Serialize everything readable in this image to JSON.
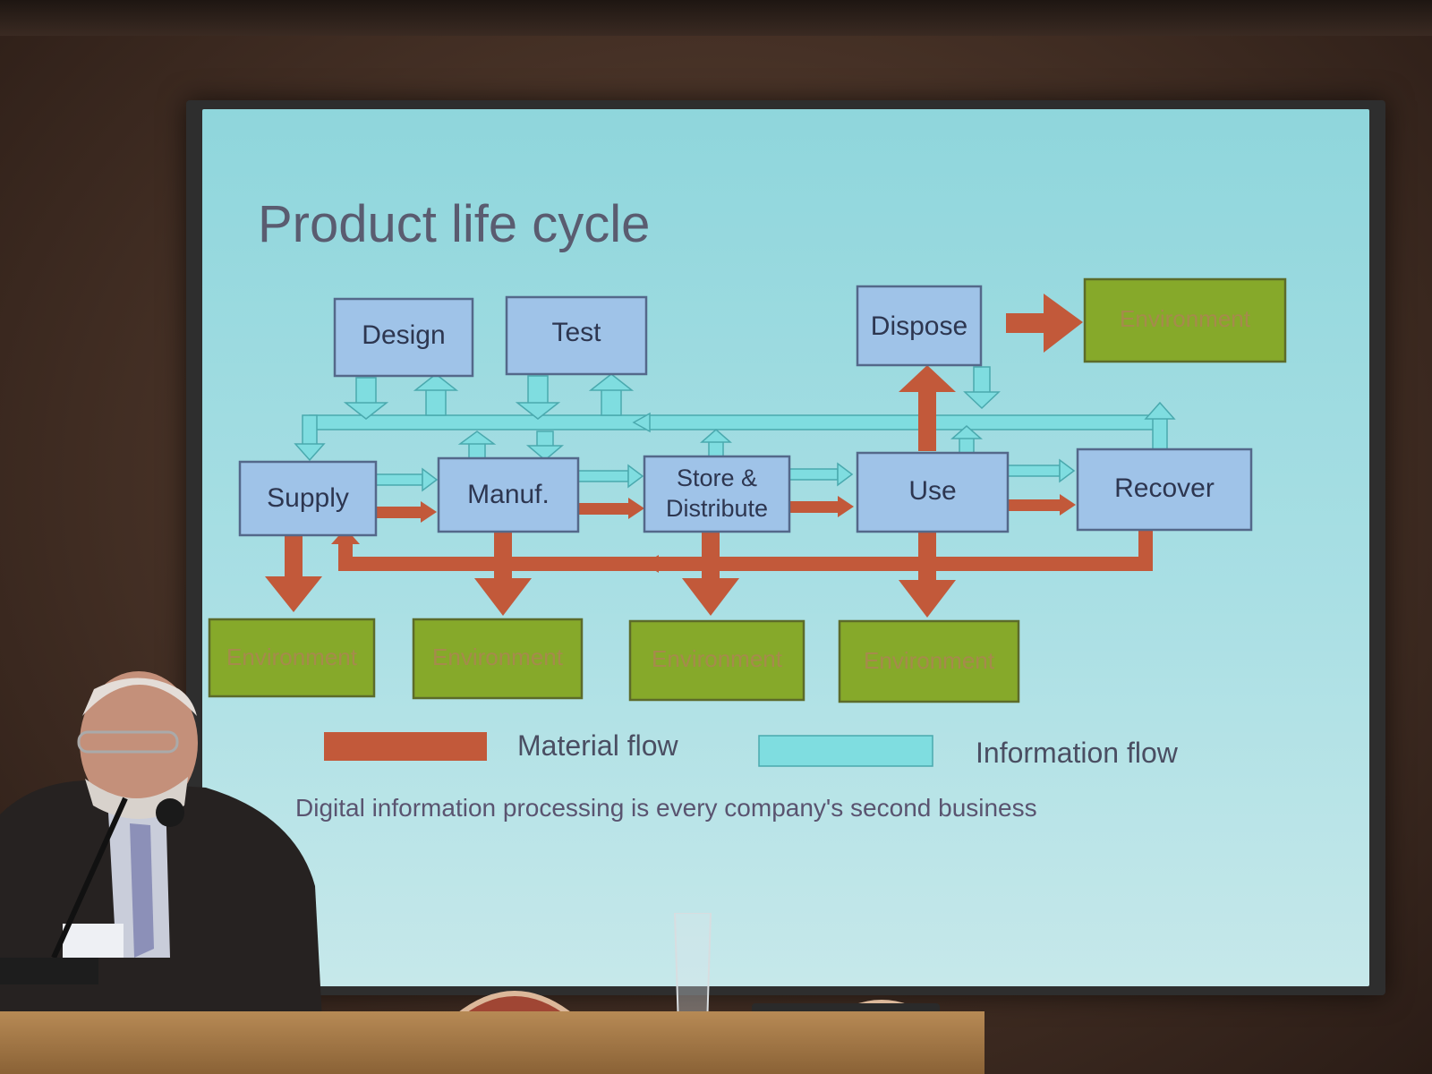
{
  "slide": {
    "title": "Product life cycle",
    "boxes": {
      "design": "Design",
      "test": "Test",
      "dispose": "Dispose",
      "environment_top": "Environment",
      "supply": "Supply",
      "manuf": "Manuf.",
      "store_line1": "Store &",
      "store_line2": "Distribute",
      "use": "Use",
      "recover": "Recover",
      "environment_1": "Environment",
      "environment_2": "Environment",
      "environment_3": "Environment",
      "environment_4": "Environment"
    },
    "legend": {
      "material": "Material flow",
      "information": "Information flow"
    },
    "footer": "Digital information processing is every company's second business"
  },
  "colors": {
    "material_flow": "#c2593a",
    "information_flow": "#7fdde0",
    "process_box": "#9fc3e8",
    "environment_box": "#86a92a",
    "slide_background": "#a9dfe4"
  }
}
